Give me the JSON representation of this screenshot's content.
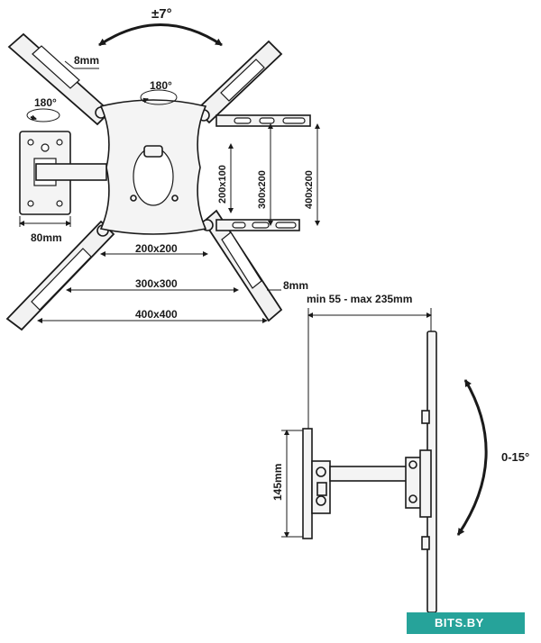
{
  "labels": {
    "tilt_top": "±7°",
    "slot_width_top": "8mm",
    "rotate_center": "180°",
    "rotate_left": "180°",
    "wall_plate_width": "80mm",
    "vesa_200x100": "200x100",
    "vesa_300x200": "300x200",
    "vesa_400x200": "400x200",
    "vesa_200x200": "200x200",
    "vesa_300x300": "300x300",
    "vesa_400x400": "400x400",
    "slot_width_bottom": "8mm",
    "extension": "min 55 - max 235mm",
    "height": "145mm",
    "tilt_side": "0-15°"
  },
  "watermark": {
    "text": "BITS.BY",
    "color": "#26a39a"
  }
}
